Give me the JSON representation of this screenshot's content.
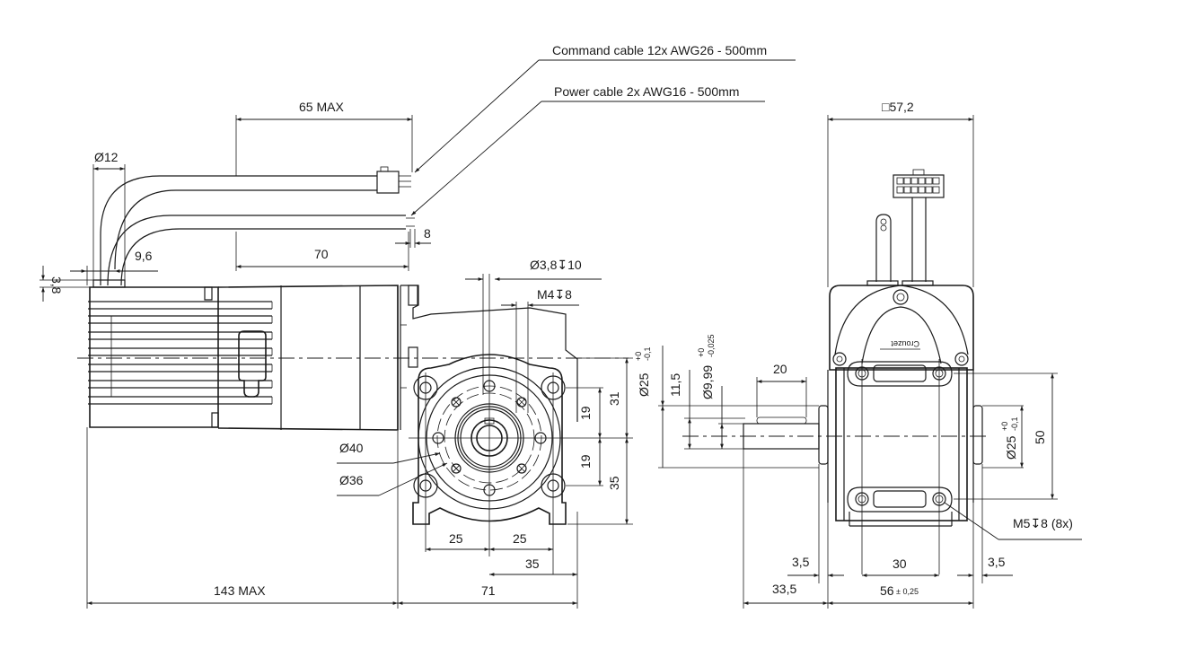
{
  "drawing": {
    "title": "Geared motor dimensional drawing",
    "callouts": {
      "command_cable": "Command cable 12x AWG26 - 500mm",
      "power_cable": "Power cable 2x AWG16 - 500mm",
      "mounting_thread": "M5↧8 (8x)",
      "hole_flange": "Ø3,8↧10",
      "thread_flange": "M4↧8",
      "dia_40": "Ø40",
      "dia_36": "Ø36"
    },
    "side_view": {
      "cable_length_max": "65 MAX",
      "cable_strip_length": "70",
      "cable_tip": "8",
      "gland_diameter": "Ø12",
      "gland_offset": "9,6",
      "gland_height": "3,8",
      "motor_length_max": "143 MAX",
      "gearbox_length": "71"
    },
    "front_view": {
      "h_25_left": "25",
      "h_25_right": "25",
      "h_35": "35",
      "v_19_top": "19",
      "v_19_bottom": "19",
      "v_31": "31",
      "v_35": "35",
      "pilot_dia": "Ø25",
      "pilot_tol_upper": "+0",
      "pilot_tol_lower": "-0,1"
    },
    "end_view": {
      "square_size": "□57,2",
      "shaft_key_length": "20",
      "shaft_height": "11,5",
      "shaft_dia": "Ø9,99",
      "shaft_tol_upper": "+0",
      "shaft_tol_lower": "-0,025",
      "pilot_dia": "Ø25",
      "pilot_tol_upper": "+0",
      "pilot_tol_lower": "-0,1",
      "hole_spacing_v": "50",
      "hole_spacing_h": "30",
      "shaft_projection": "33,5",
      "flange_offset_left": "3,5",
      "flange_offset_right": "3,5",
      "body_width": "56",
      "body_width_tol": "± 0,25",
      "brand": "Crouzet"
    }
  }
}
